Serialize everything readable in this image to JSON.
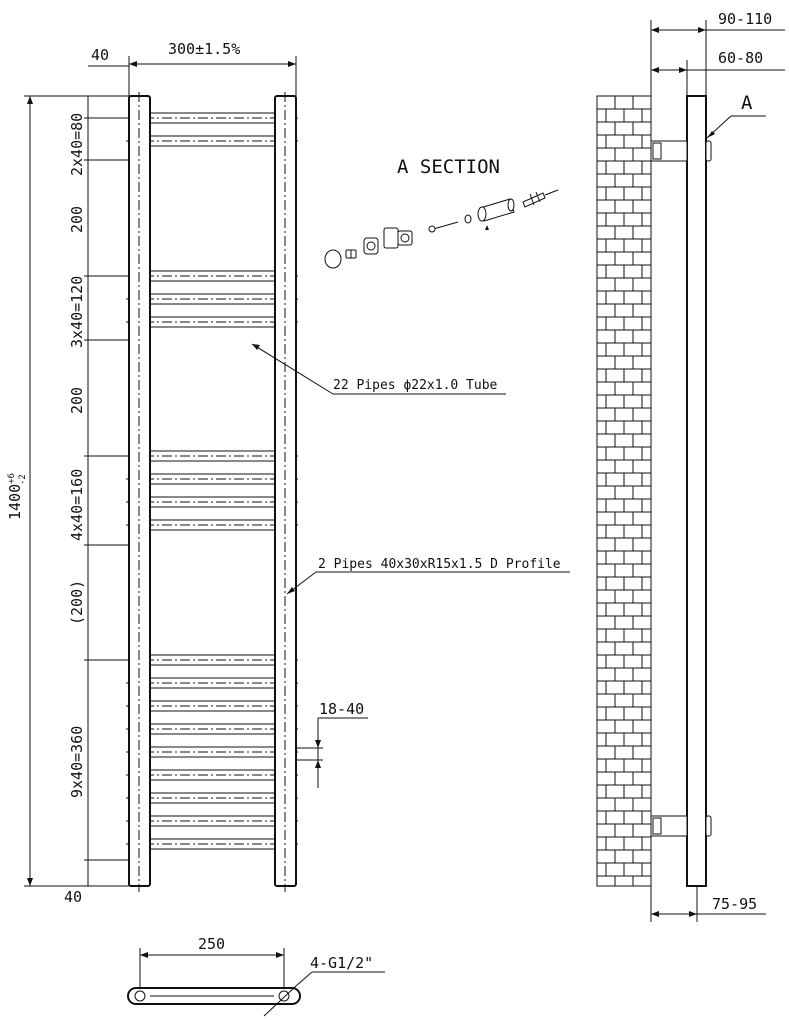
{
  "section_title": "A SECTION",
  "section_marker": "A",
  "dimensions": {
    "top_offset": "40",
    "width": "300±1.5%",
    "total_height_base": "1400",
    "total_height_sup": "+6",
    "total_height_sub": "-2",
    "group1": "2x40=80",
    "gap1": "200",
    "group2": "3x40=120",
    "gap2": "200",
    "group3": "4x40=160",
    "gap3": "(200)",
    "group4": "9x40=360",
    "bottom_offset": "40",
    "pipe_gap": "18-40",
    "wall_depth_outer": "90-110",
    "wall_depth_inner": "60-80",
    "bottom_depth": "75-95",
    "connection_spacing": "250",
    "connection_thread": "4-G1/2\""
  },
  "callouts": {
    "pipes_horizontal": "22 Pipes ϕ22x1.0 Tube",
    "pipes_vertical": "2 Pipes 40x30xR15x1.5 D Profile"
  },
  "bar_groups": [
    {
      "pipes": 2
    },
    {
      "pipes": 3
    },
    {
      "pipes": 4
    },
    {
      "pipes": 9
    }
  ]
}
